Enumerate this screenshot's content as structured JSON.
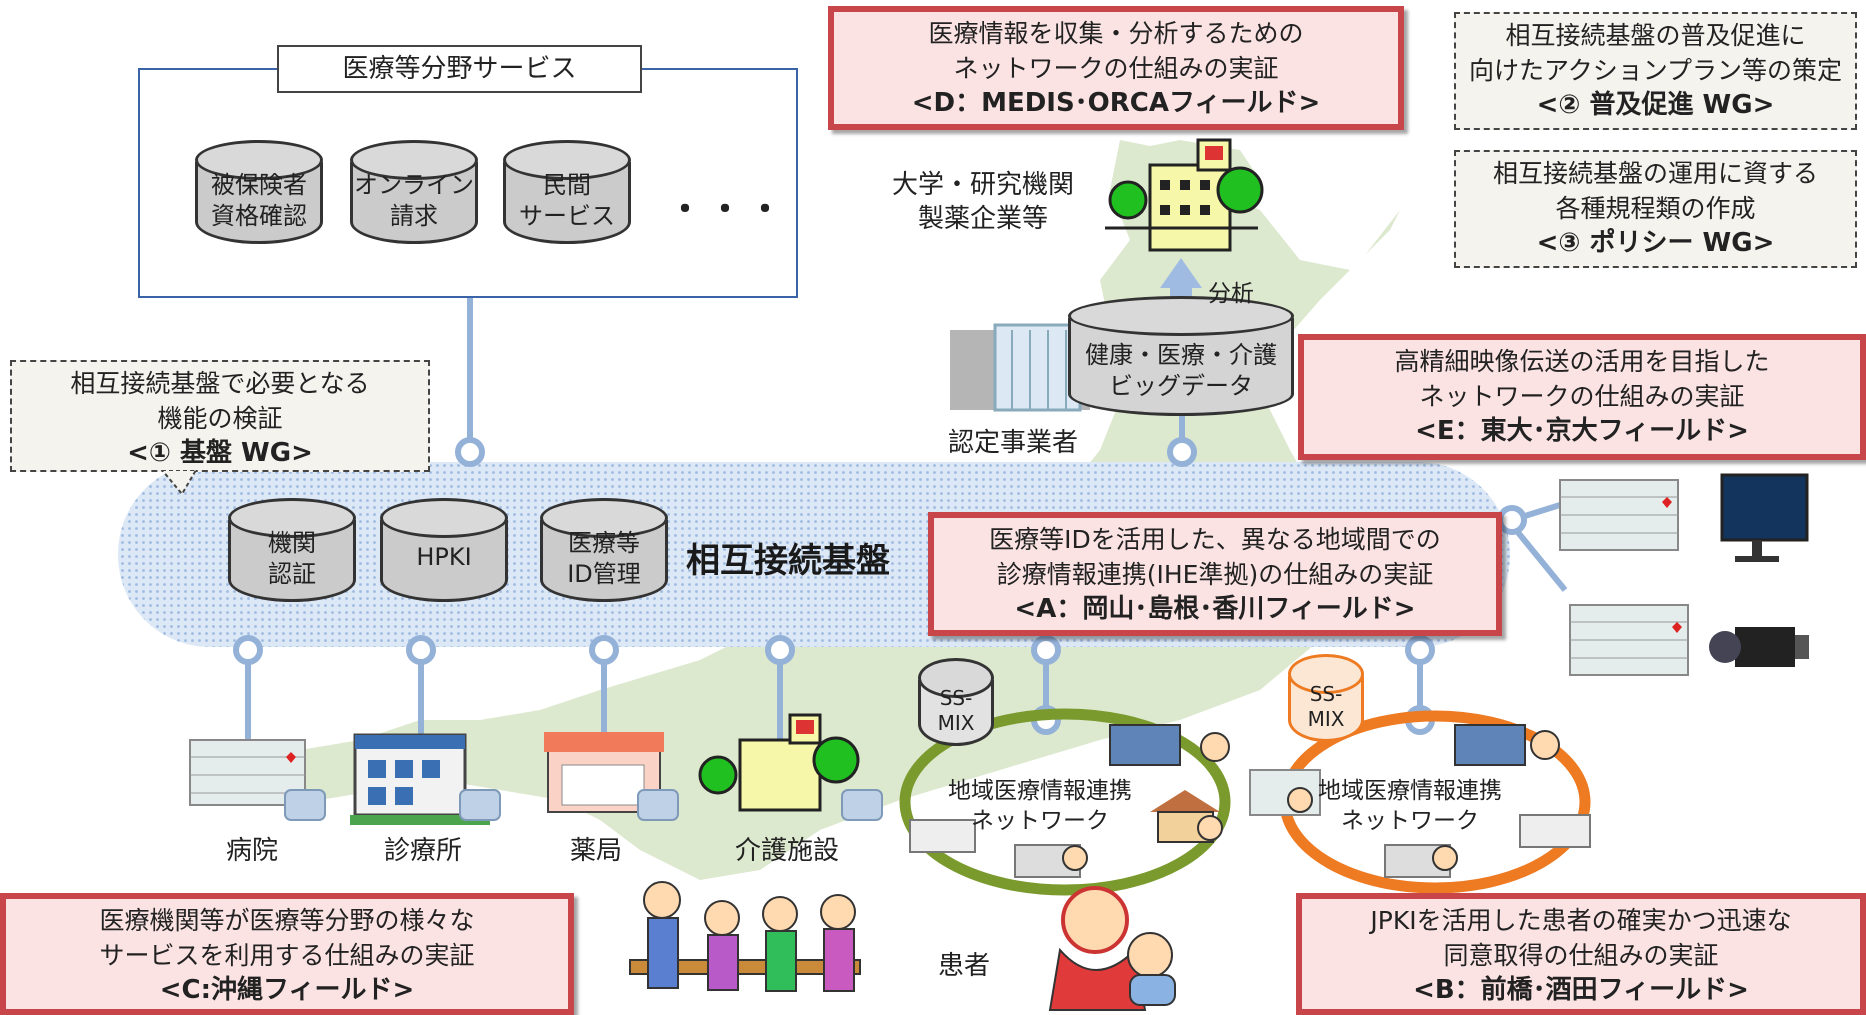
{
  "services_panel": {
    "title": "医療等分野サービス",
    "items": [
      {
        "line1": "被保険者",
        "line2": "資格確認"
      },
      {
        "line1": "オンライン",
        "line2": "請求"
      },
      {
        "line1": "民間",
        "line2": "サービス"
      }
    ],
    "more": "・・・"
  },
  "platform": {
    "title": "相互接続基盤",
    "components": [
      {
        "line1": "機関",
        "line2": "認証"
      },
      {
        "line1": "HPKI",
        "line2": ""
      },
      {
        "line1": "医療等",
        "line2": "ID管理"
      }
    ]
  },
  "fields": {
    "d": {
      "line1": "医療情報を収集・分析するための",
      "line2": "ネットワークの仕組みの実証",
      "tag": "<D：MEDIS･ORCAフィールド>"
    },
    "e": {
      "line1": "高精細映像伝送の活用を目指した",
      "line2": "ネットワークの仕組みの実証",
      "tag": "<E：東大･京大フィールド>"
    },
    "a": {
      "line1": "医療等IDを活用した、異なる地域間での",
      "line2": "診療情報連携(IHE準拠)の仕組みの実証",
      "tag": "<A：岡山･島根･香川フィールド>"
    },
    "c": {
      "line1": "医療機関等が医療等分野の様々な",
      "line2": "サービスを利用する仕組みの実証",
      "tag": "<C:沖縄フィールド>"
    },
    "b": {
      "line1": "JPKIを活用した患者の確実かつ迅速な",
      "line2": "同意取得の仕組みの実証",
      "tag": "<B：前橋･酒田フィールド>"
    }
  },
  "wgs": {
    "wg1": {
      "line1": "相互接続基盤で必要となる",
      "line2": "機能の検証",
      "tag": "<① 基盤 WG>"
    },
    "wg2": {
      "line1": "相互接続基盤の普及促進に",
      "line2": "向けたアクションプラン等の策定",
      "tag": "<② 普及促進 WG>"
    },
    "wg3": {
      "line1": "相互接続基盤の運用に資する",
      "line2": "各種規程類の作成",
      "tag": "<③ ポリシー WG>"
    }
  },
  "bigdata": {
    "line1": "健康・医療・介護",
    "line2": "ビッグデータ",
    "analysis": "分析",
    "operator": "認定事業者"
  },
  "research": {
    "line1": "大学・研究機関",
    "line2": "製薬企業等"
  },
  "facilities": {
    "hospital": "病院",
    "clinic": "診療所",
    "pharmacy": "薬局",
    "care": "介護施設"
  },
  "regional": {
    "left": {
      "line1": "地域医療情報連携",
      "line2": "ネットワーク",
      "db_line1": "SS-",
      "db_line2": "MIX"
    },
    "right": {
      "line1": "地域医療情報連携",
      "line2": "ネットワーク",
      "db_line1": "SS-",
      "db_line2": "MIX"
    }
  },
  "patient_label": "患者",
  "colors": {
    "red_border": "#c8454a",
    "red_fill": "#fbe3e3",
    "platform_blue": "#9fbbe2",
    "green_ring": "#7a9a2e",
    "orange_ring": "#ee7a22",
    "map_green": "#dbe9c9"
  }
}
